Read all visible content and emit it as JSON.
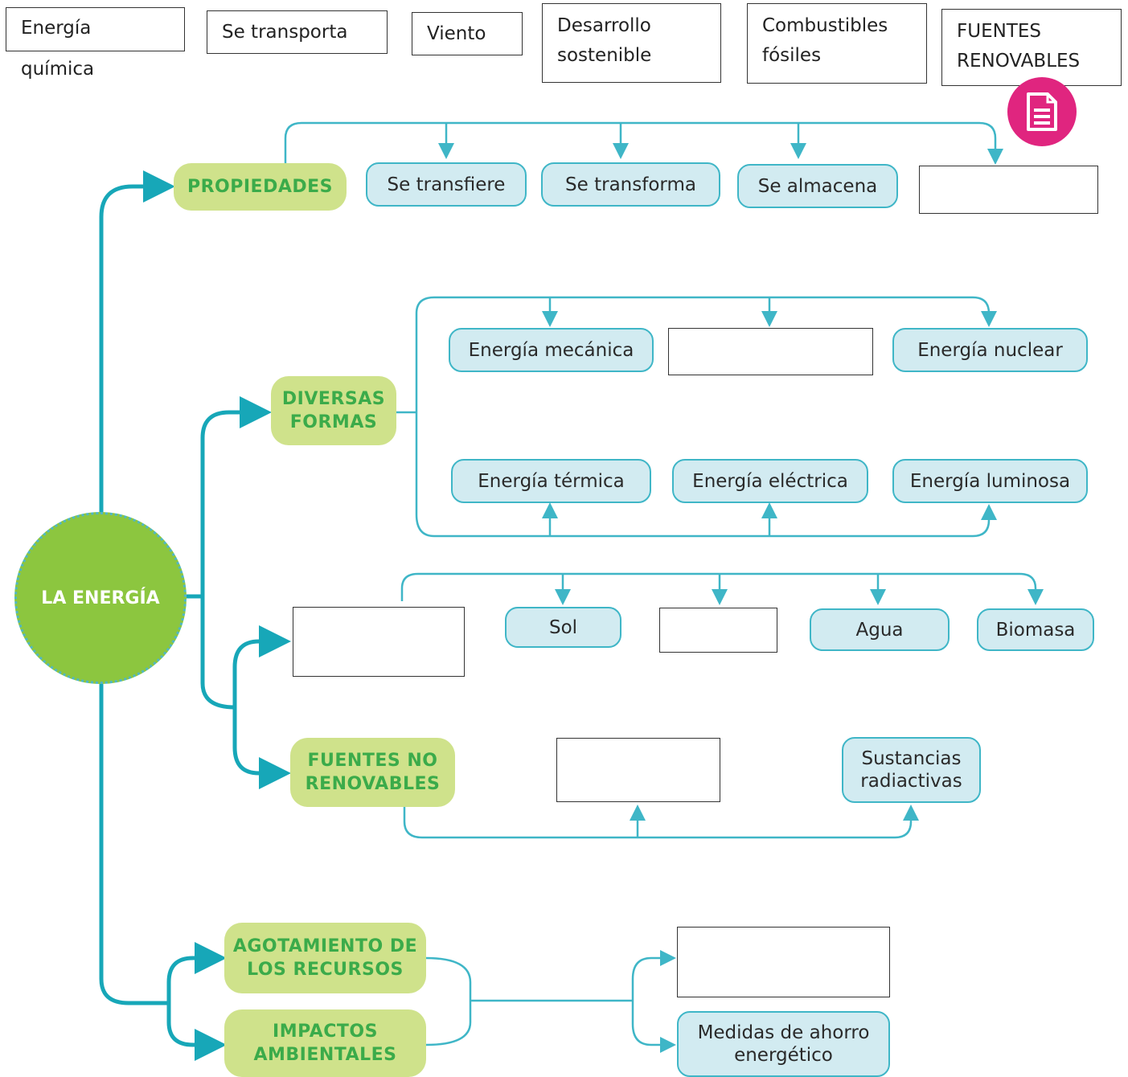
{
  "word_bank": [
    "Energía química",
    "Se transporta",
    "Viento",
    "Desarrollo\nsostenible",
    "Combustibles\nfósiles",
    "FUENTES\nRENOVABLES"
  ],
  "center": "LA ENERGÍA",
  "categories": {
    "propiedades": "PROPIEDADES",
    "diversas_formas": "DIVERSAS\nFORMAS",
    "fuentes_no_renovables": "FUENTES NO\nRENOVABLES",
    "agotamiento": "AGOTAMIENTO DE\nLOS RECURSOS",
    "impactos": "IMPACTOS\nAMBIENTALES"
  },
  "propiedades": [
    "Se transfiere",
    "Se transforma",
    "Se almacena"
  ],
  "formas": {
    "top": [
      "Energía mecánica",
      "Energía nuclear"
    ],
    "bottom": [
      "Energía térmica",
      "Energía eléctrica",
      "Energía luminosa"
    ]
  },
  "renovables": [
    "Sol",
    "Agua",
    "Biomasa"
  ],
  "no_renovables": [
    "Sustancias\nradiactivas"
  ],
  "medidas": "Medidas de ahorro\nenergético",
  "icon": "document-icon",
  "colors": {
    "green_box": "#cfe28b",
    "green_text": "#3bab4a",
    "blue_box": "#d2ebf1",
    "line": "#3fb6c7",
    "center": "#8cc63f",
    "icon_bg": "#e0257f"
  }
}
